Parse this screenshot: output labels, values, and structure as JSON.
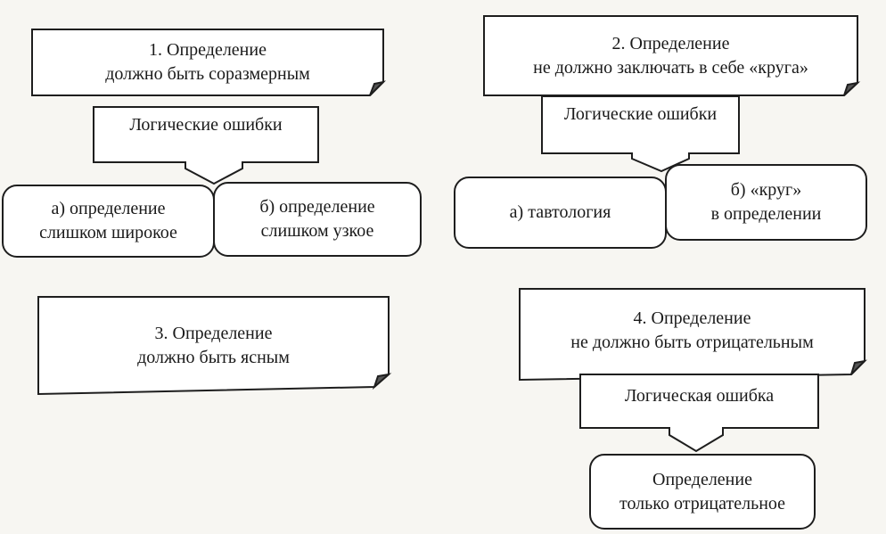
{
  "blocks": [
    {
      "rule": "1. Определение\nдолжно быть соразмерным",
      "errors_label": "Логические ошибки",
      "errors": [
        "а) определение\nслишком широкое",
        "б) определение\nслишком узкое"
      ]
    },
    {
      "rule": "2. Определение\nне должно заключать в себе «круга»",
      "errors_label": "Логические ошибки",
      "errors": [
        "а) тавтология",
        "б) «круг»\nв определении"
      ]
    },
    {
      "rule": "3. Определение\nдолжно быть ясным"
    },
    {
      "rule": "4. Определение\nне должно быть отрицательным",
      "errors_label": "Логическая ошибка",
      "errors": [
        "Определение\nтолько отрицательное"
      ]
    }
  ]
}
